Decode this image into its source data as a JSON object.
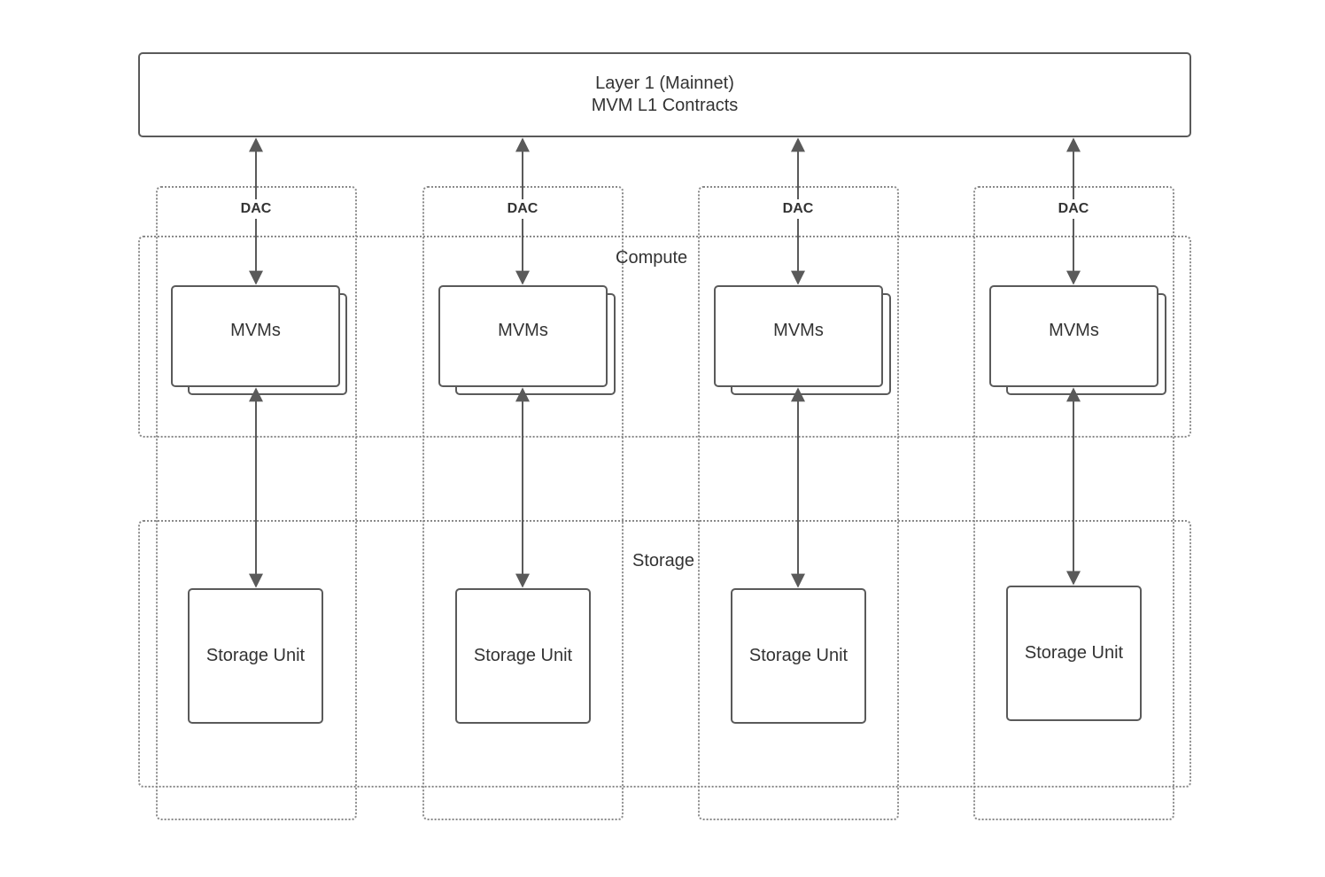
{
  "layer1": {
    "line1": "Layer 1 (Mainnet)",
    "line2": "MVM L1 Contracts"
  },
  "zones": {
    "compute": "Compute",
    "storage": "Storage"
  },
  "columns": [
    {
      "dac": "DAC",
      "mvms": "MVMs",
      "storage": "Storage Unit"
    },
    {
      "dac": "DAC",
      "mvms": "MVMs",
      "storage": "Storage Unit"
    },
    {
      "dac": "DAC",
      "mvms": "MVMs",
      "storage": "Storage Unit"
    },
    {
      "dac": "DAC",
      "mvms": "MVMs",
      "storage": "Storage Unit"
    }
  ],
  "colors": {
    "line": "#5a5a5a",
    "dotted": "#8a8a8a",
    "text": "#333333"
  }
}
